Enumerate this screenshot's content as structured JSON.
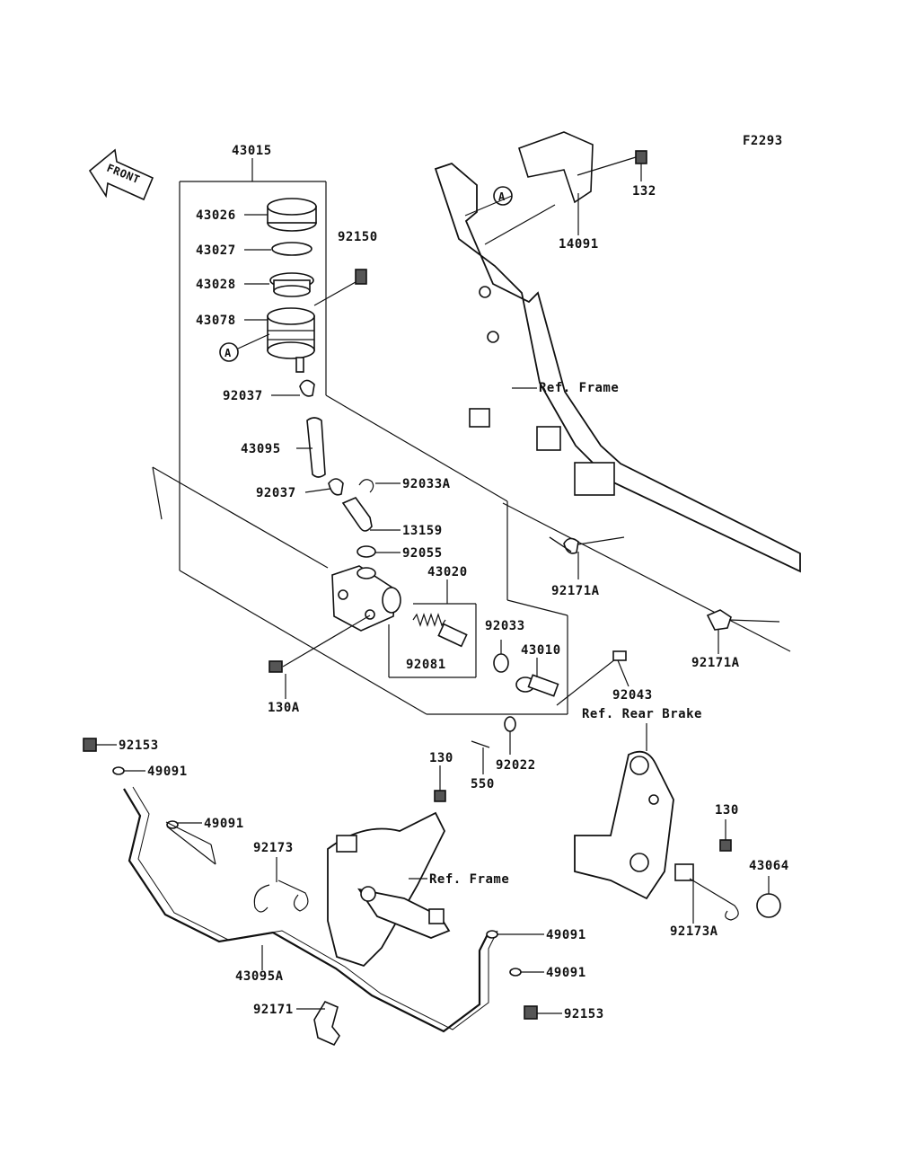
{
  "diagram_code": "F2293",
  "front_arrow": {
    "label": "FRONT",
    "icon": "front-arrow-icon"
  },
  "ref_labels": {
    "frame_upper": "Ref. Frame",
    "frame_lower": "Ref. Frame",
    "rear_brake": "Ref. Rear Brake"
  },
  "connector_marks": [
    "A",
    "A"
  ],
  "parts": {
    "p43015": "43015",
    "p43026": "43026",
    "p43027": "43027",
    "p43028": "43028",
    "p43078": "43078",
    "p92150": "92150",
    "p92037a": "92037",
    "p43095": "43095",
    "p92037b": "92037",
    "p92033A": "92033A",
    "p13159": "13159",
    "p92055": "92055",
    "p43020": "43020",
    "p92033": "92033",
    "p43010": "43010",
    "p92081": "92081",
    "p130A": "130A",
    "p92043": "92043",
    "p92022": "92022",
    "p550": "550",
    "p132": "132",
    "p14091": "14091",
    "p92171Aa": "92171A",
    "p92171Ab": "92171A",
    "p92153a": "92153",
    "p49091a": "49091",
    "p49091b": "49091",
    "p130a": "130",
    "p92173": "92173",
    "p43095A": "43095A",
    "p92171": "92171",
    "p49091c": "49091",
    "p49091d": "49091",
    "p92153b": "92153",
    "p130b": "130",
    "p43064": "43064",
    "p92173A": "92173A"
  }
}
